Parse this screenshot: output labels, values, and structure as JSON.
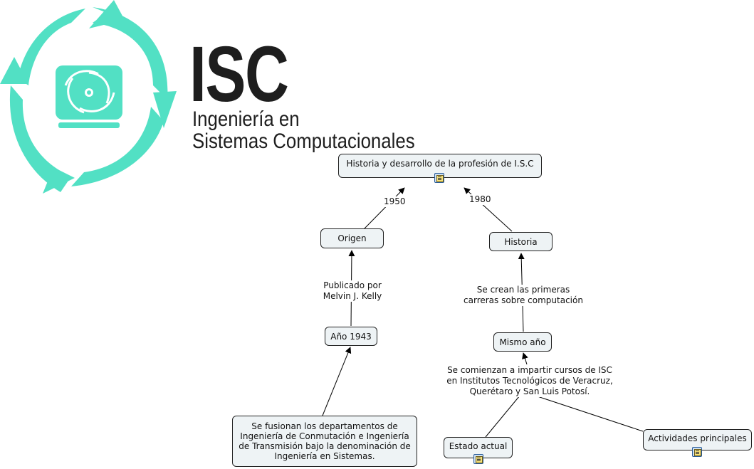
{
  "logo": {
    "title": "ISC",
    "subtitle_line1": "Ingeniería en",
    "subtitle_line2": "Sistemas Computacionales",
    "color": "#52e0c4"
  },
  "concepts": {
    "root": "Historia y desarrollo de la profesión de I.S.C",
    "origen": "Origen",
    "historia": "Historia",
    "anio": "Año 1943",
    "mismo": "Mismo año",
    "fusion": "Se fusionan los departamentos de\nIngeniería de Conmutación e Ingeniería\nde Transmisión bajo la denominación de\nIngeniería en Sistemas.",
    "estado": "Estado actual",
    "actividades": "Actividades principales"
  },
  "links": {
    "l1950": "1950",
    "l1980": "1980",
    "publicado": "Publicado por\nMelvin J. Kelly",
    "crean": "Se crean las primeras\ncarreras sobre computación",
    "comienzan": "Se comienzan a impartir cursos de ISC\nen Institutos Tecnológicos de Veracruz,\nQuerétaro y San Luis Potosí."
  },
  "colors": {
    "node_fill": "#eef3f5",
    "node_border": "#222222",
    "connector": "#000000"
  }
}
